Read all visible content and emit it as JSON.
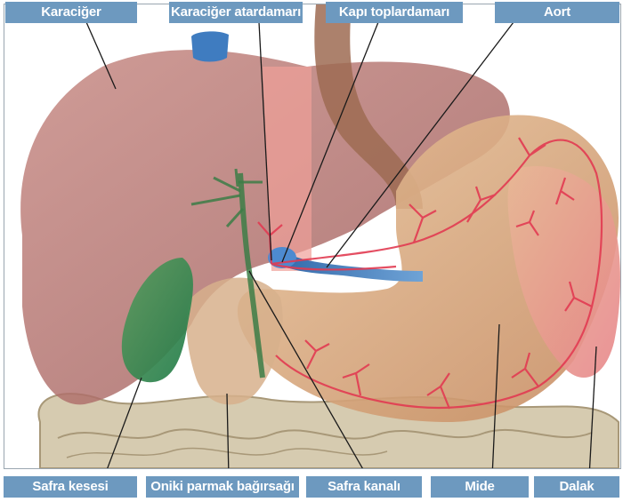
{
  "labels": {
    "karaciger": "Karaciğer",
    "karaciger_atardamari": "Karaciğer atardamarı",
    "kapi_toplardamari": "Kapı toplardamarı",
    "aort": "Aort",
    "safra_kesesi": "Safra kesesi",
    "oniki_parmak_bagirsagi": "Oniki parmak bağırsağı",
    "safra_kanali": "Safra kanalı",
    "mide": "Mide",
    "dalak": "Dalak"
  },
  "colors": {
    "label_background": "#6d99bf",
    "label_text": "#ffffff",
    "leader_line": "#1a1a1a",
    "liver": "#b5706c",
    "stomach": "#d8a97c",
    "gallbladder": "#2f8a4e",
    "artery": "#e23b52",
    "portal_vein": "#3d78b8",
    "intestine": "#cbbf9e",
    "spleen": "#e7a8a4"
  }
}
